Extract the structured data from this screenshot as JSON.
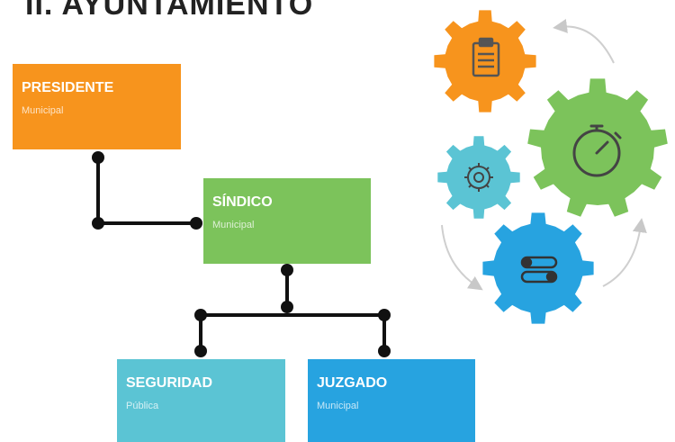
{
  "title": "II. AYUNTAMIENTO",
  "colors": {
    "orange": "#f7941d",
    "green": "#7cc35b",
    "teal": "#5bc4d4",
    "blue": "#27a3e0",
    "connector": "#111111"
  },
  "boxes": {
    "presidente": {
      "name": "PRESIDENTE",
      "sub": "Municipal"
    },
    "sindico": {
      "name": "SÍNDICO",
      "sub": "Municipal"
    },
    "seguridad": {
      "name": "SEGURIDAD",
      "sub": "Pública"
    },
    "juzgado": {
      "name": "JUZGADO",
      "sub": "Municipal"
    }
  },
  "gears": [
    {
      "name": "clipboard-icon",
      "color": "orange"
    },
    {
      "name": "stopwatch-icon",
      "color": "green"
    },
    {
      "name": "gear-icon",
      "color": "teal"
    },
    {
      "name": "toggle-switches-icon",
      "color": "blue"
    }
  ]
}
